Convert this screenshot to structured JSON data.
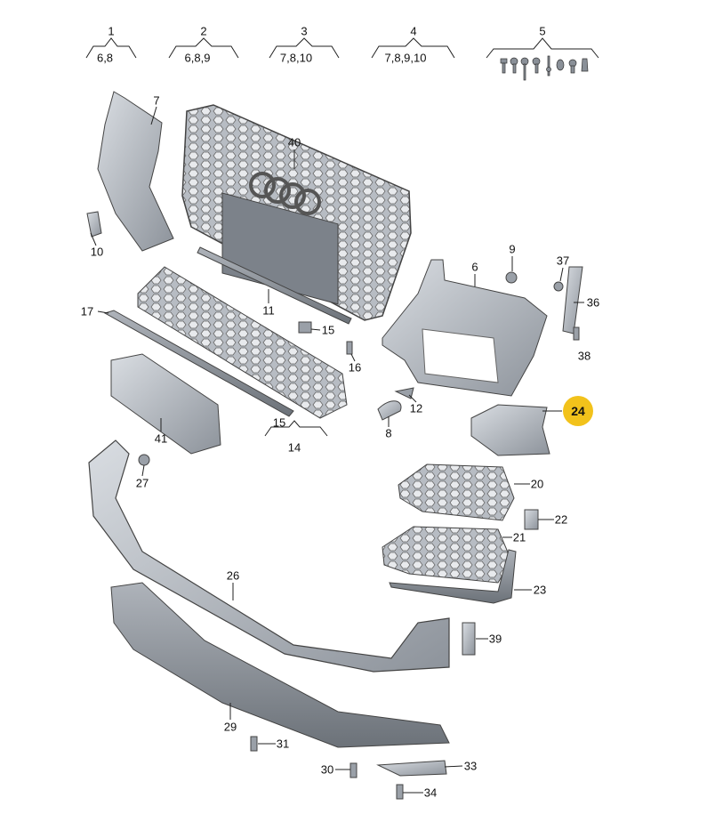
{
  "title": "Front bumper parts diagram",
  "kits": [
    {
      "number": "1",
      "contents": "6,8"
    },
    {
      "number": "2",
      "contents": "6,8,9"
    },
    {
      "number": "3",
      "contents": "7,8,10"
    },
    {
      "number": "4",
      "contents": "7,8,9,10"
    },
    {
      "number": "5",
      "contents": ""
    }
  ],
  "labels": {
    "p7": "7",
    "p40": "40",
    "p10": "10",
    "p9": "9",
    "p6": "6",
    "p37": "37",
    "p36": "36",
    "p38": "38",
    "p11": "11",
    "p17": "17",
    "p15a": "15",
    "p16": "16",
    "p12": "12",
    "p8": "8",
    "p15b": "15",
    "p14": "14",
    "p41": "41",
    "p27": "27",
    "p20": "20",
    "p22": "22",
    "p21": "21",
    "p26": "26",
    "p23": "23",
    "p39": "39",
    "p29": "29",
    "p31": "31",
    "p33": "33",
    "p30": "30",
    "p34": "34"
  },
  "highlighted": {
    "label": "24",
    "color": "#f2c21b"
  }
}
